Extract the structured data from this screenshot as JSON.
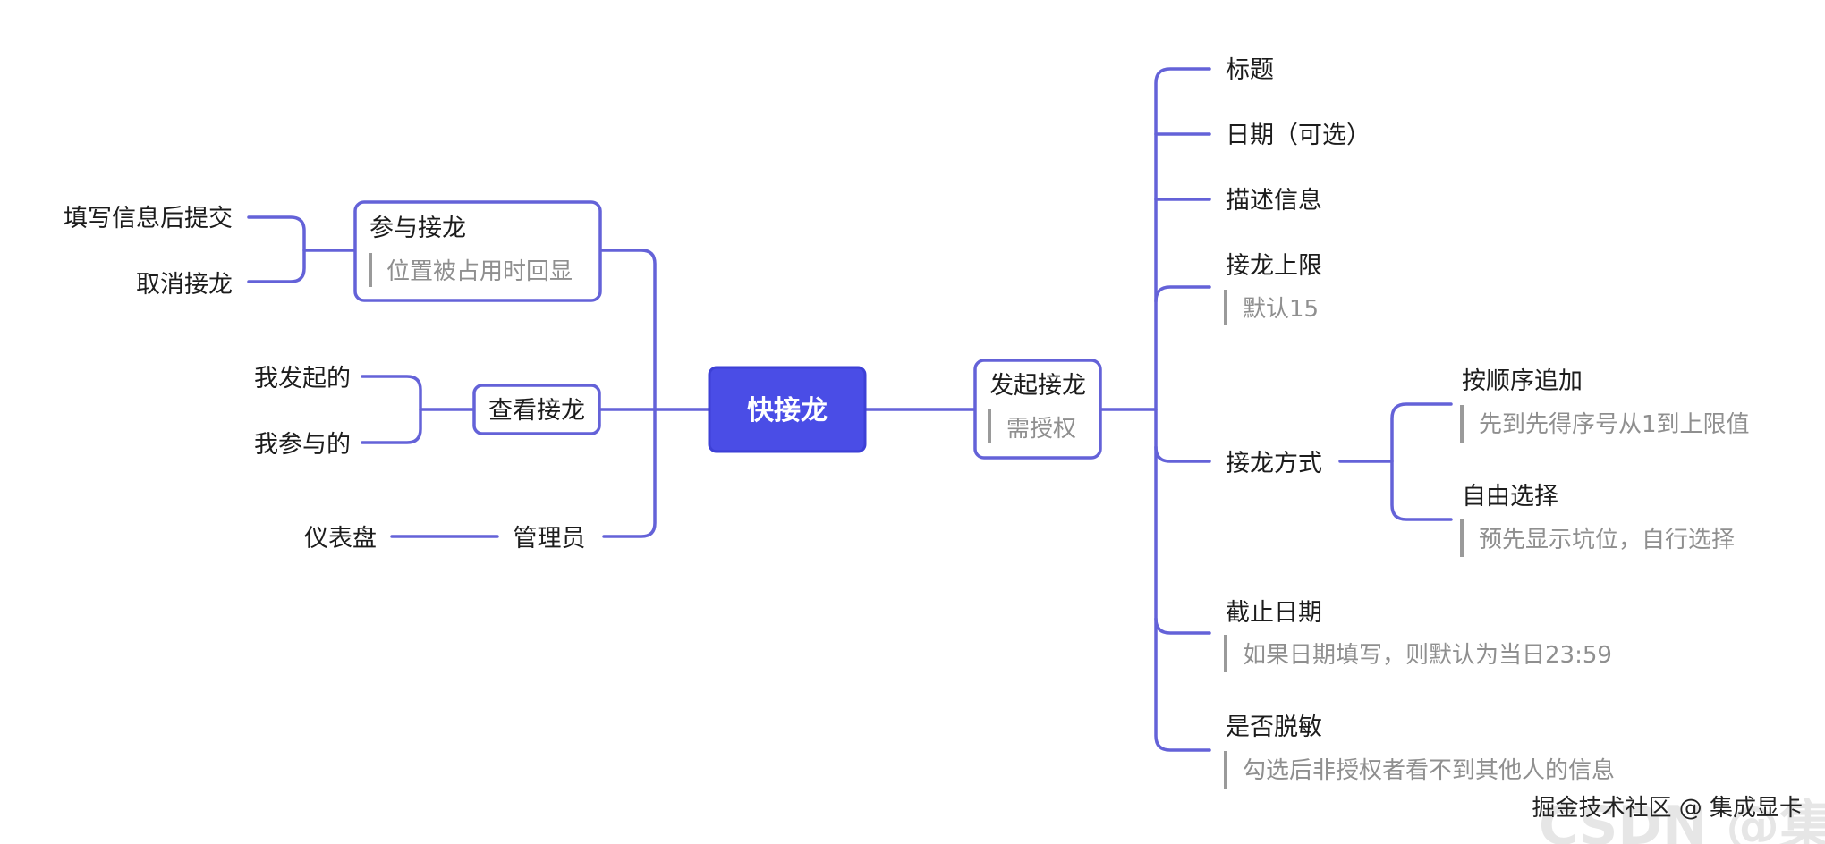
{
  "mindmap": {
    "root": "快接龙",
    "left": {
      "join": {
        "title": "参与接龙",
        "note": "位置被占用时回显",
        "children": [
          "填写信息后提交",
          "取消接龙"
        ]
      },
      "view": {
        "title": "查看接龙",
        "children": [
          "我发起的",
          "我参与的"
        ]
      },
      "admin": {
        "title": "管理员",
        "children": [
          "仪表盘"
        ]
      }
    },
    "right": {
      "create": {
        "title": "发起接龙",
        "note": "需授权"
      },
      "items": [
        {
          "label": "标题"
        },
        {
          "label": "日期（可选）"
        },
        {
          "label": "描述信息"
        },
        {
          "label": "接龙上限",
          "note": "默认15"
        },
        {
          "label": "接龙方式"
        },
        {
          "label": "截止日期",
          "note": "如果日期填写，则默认为当日23:59"
        },
        {
          "label": "是否脱敏",
          "note": "勾选后非授权者看不到其他人的信息"
        }
      ],
      "mode_options": [
        {
          "label": "按顺序追加",
          "note": "先到先得序号从1到上限值"
        },
        {
          "label": "自由选择",
          "note": "预先显示坑位，自行选择"
        }
      ]
    }
  },
  "watermark": "掘金技术社区 @ 集成显卡",
  "watermark_ghost": "CSDN @集成显卡",
  "colors": {
    "line": "#6462d8",
    "root_fill": "#4a4de6",
    "note_text": "#8f8f8f"
  }
}
